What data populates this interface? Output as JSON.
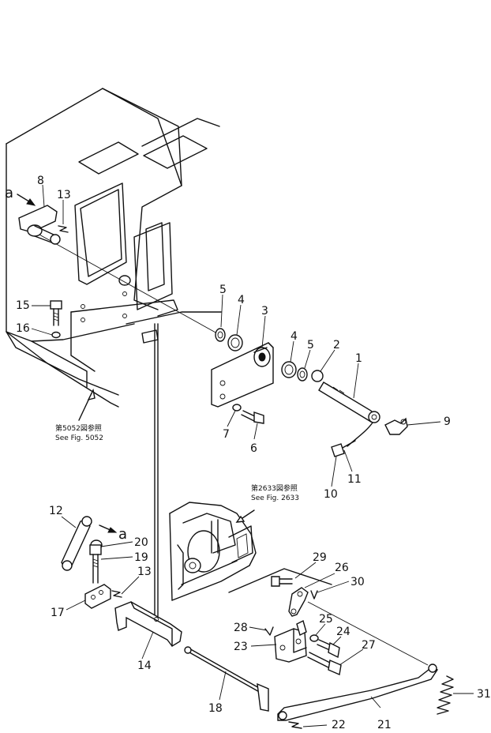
{
  "callouts": {
    "p1": "1",
    "p2": "2",
    "p3": "3",
    "p4a": "4",
    "p4b": "4",
    "p5a": "5",
    "p5b": "5",
    "p6": "6",
    "p7": "7",
    "p8": "8",
    "p9": "9",
    "p10": "10",
    "p11": "11",
    "p12": "12",
    "p13a": "13",
    "p13b": "13",
    "p14": "14",
    "p15": "15",
    "p16": "16",
    "p17": "17",
    "p18": "18",
    "p19": "19",
    "p20": "20",
    "p21": "21",
    "p22": "22",
    "p23": "23",
    "p24": "24",
    "p25": "25",
    "p26": "26",
    "p27": "27",
    "p28": "28",
    "p29": "29",
    "p30": "30",
    "p31": "31"
  },
  "view_markers": {
    "top": "a",
    "bottom": "a"
  },
  "references": {
    "fig5052_jp": "第5052図参照",
    "fig5052_en": "See Fig. 5052",
    "fig2633_jp": "第2633図参照",
    "fig2633_en": "See Fig. 2633"
  }
}
